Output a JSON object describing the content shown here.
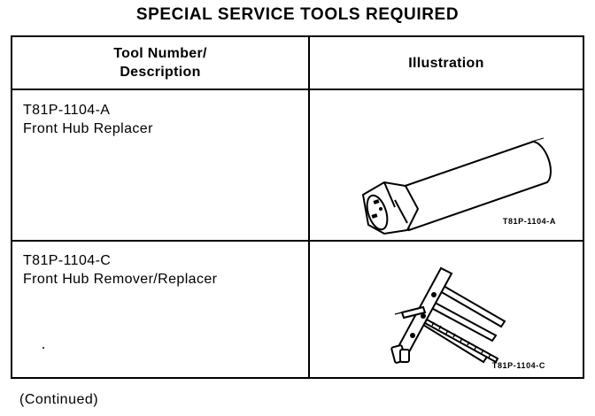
{
  "title": "SPECIAL SERVICE TOOLS REQUIRED",
  "table": {
    "header": {
      "tool_line1": "Tool Number/",
      "tool_line2": "Description",
      "illustration": "Illustration"
    },
    "rows": [
      {
        "tool_number": "T81P-1104-A",
        "description": "Front Hub Replacer",
        "illustration_caption": "T81P-1104-A",
        "illustration_icon": "front-hub-replacer-tool-icon"
      },
      {
        "tool_number": "T81P-1104-C",
        "description": "Front Hub Remover/Replacer",
        "illustration_caption": "T81P-1104-C",
        "illustration_icon": "front-hub-remover-replacer-tool-icon"
      }
    ]
  },
  "footer_note": "(Continued)"
}
